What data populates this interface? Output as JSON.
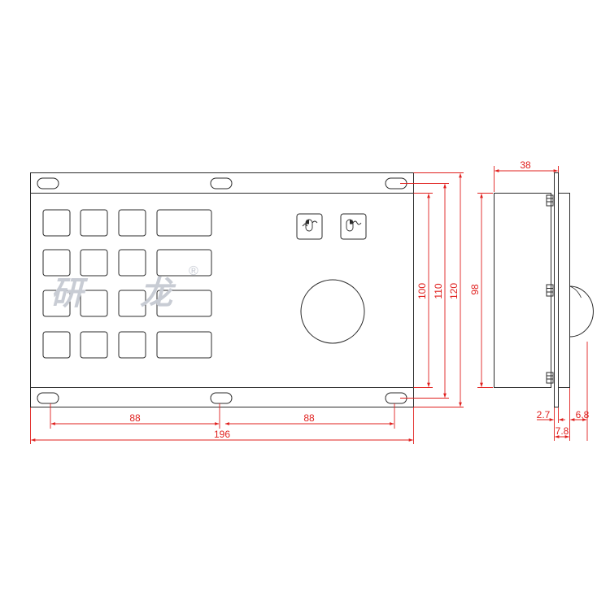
{
  "colors": {
    "outline": "#2b2b2b",
    "dimension": "#e0201e",
    "watermark": "#c8ccd4"
  },
  "watermark": {
    "char_1": "研",
    "char_2": "龙",
    "registered": "®"
  },
  "front_view": {
    "key_rows": 4,
    "small_key_columns": 3,
    "wide_key_columns": 1,
    "mouse_buttons": [
      "left-click-icon",
      "right-click-icon"
    ],
    "trackball": "trackball"
  },
  "dimensions": {
    "hole_spacing_left": "88",
    "hole_spacing_right": "88",
    "overall_width": "196",
    "panel_height": "100",
    "hole_span": "110",
    "overall_height": "120",
    "side_body_height": "98",
    "side_depth": "38",
    "panel_thickness": "2.7",
    "bezel_offset": "7.8",
    "trackball_protrusion": "6.8"
  }
}
